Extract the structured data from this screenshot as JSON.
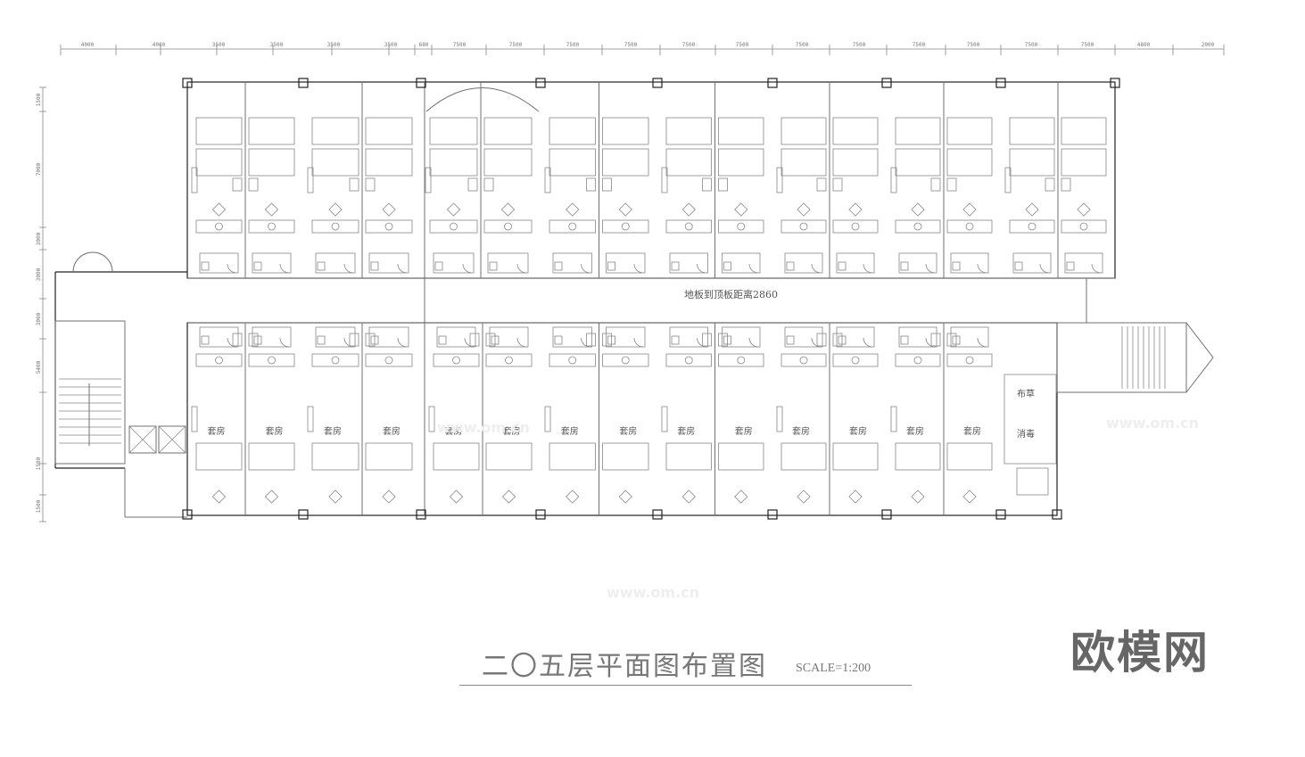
{
  "drawing": {
    "title": "二〇五层平面图布置图",
    "scale": "SCALE=1:200",
    "corridor_note": "地板到顶板距离2860",
    "logo": "欧模网",
    "watermark": "www.om.cn",
    "stroke_color": "#707070"
  },
  "dimensions": {
    "top": [
      "4000",
      "4000",
      "3500",
      "3500",
      "3500",
      "3500",
      "680",
      "7500",
      "7500",
      "7500",
      "7500",
      "7500",
      "7500",
      "7500",
      "7500",
      "7500",
      "7500",
      "7500",
      "7500",
      "4800",
      "2000"
    ],
    "left": [
      "1500",
      "7000",
      "3000",
      "3000",
      "3000",
      "5400",
      "1500",
      "1500"
    ]
  },
  "rooms": {
    "suite_label": "套房",
    "service_labels": [
      "布草",
      "消毒"
    ]
  }
}
